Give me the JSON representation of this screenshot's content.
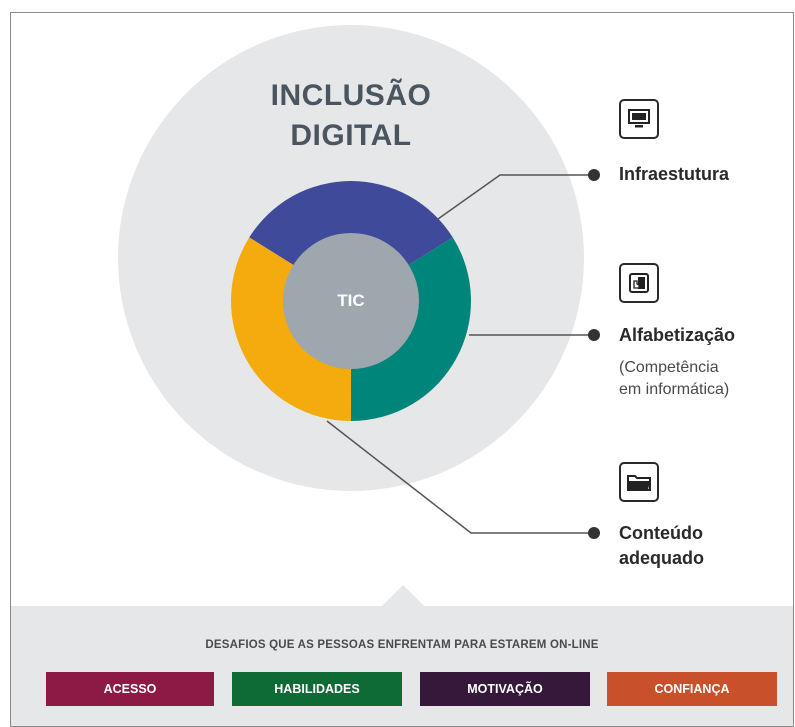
{
  "title": {
    "line1": "INCLUSÃO",
    "line2": "DIGITAL"
  },
  "center": {
    "label": "TIC"
  },
  "ring_colors": {
    "top": "#3f4b9a",
    "right": "#00857a",
    "left": "#f3ab0d"
  },
  "pillars": [
    {
      "label": "Infraestutura",
      "icon": "monitor-icon"
    },
    {
      "label": "Alfabetização",
      "sub1": "(Competência",
      "sub2": "em informática)",
      "icon": "touchscreen-icon"
    },
    {
      "label1": "Conteúdo",
      "label2": "adequado",
      "icon": "folder-icon"
    }
  ],
  "challenges": {
    "title": "DESAFIOS QUE AS PESSOAS ENFRENTAM PARA ESTAREM ON-LINE",
    "items": [
      {
        "label": "ACESSO",
        "color": "#8c1a45"
      },
      {
        "label": "HABILIDADES",
        "color": "#0f6b36"
      },
      {
        "label": "MOTIVAÇÃO",
        "color": "#35183a"
      },
      {
        "label": "CONFIANÇA",
        "color": "#c8502b"
      }
    ]
  }
}
